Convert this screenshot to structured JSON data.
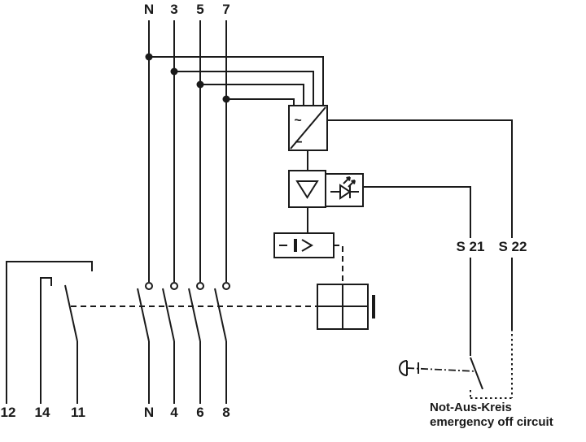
{
  "diagram": {
    "type": "electrical-schematic",
    "description": "Residual current circuit breaker internal wiring with emergency off circuit",
    "top_terminals": [
      "N",
      "3",
      "5",
      "7"
    ],
    "bottom_terminals_left": [
      "12",
      "14",
      "11"
    ],
    "bottom_terminals_main": [
      "N",
      "4",
      "6",
      "8"
    ],
    "aux_terminals": [
      "S 21",
      "S 22"
    ],
    "caption": {
      "line1": "Not-Aus-Kreis",
      "line2": "emergency off circuit"
    },
    "components": {
      "rectifier": {
        "name": "ac-dc-converter",
        "ac_symbol": "~",
        "dc_symbol": "−"
      },
      "amplifier": {
        "name": "trip-amplifier-triangle"
      },
      "led": {
        "name": "led-indicator"
      },
      "current_detector": {
        "name": "overcurrent-release",
        "label": "I>"
      },
      "trip_coil": {
        "name": "trip-coil"
      },
      "estop": {
        "name": "emergency-stop-mushroom-button"
      }
    },
    "colors": {
      "line": "#1a1a1a",
      "background": "#ffffff"
    }
  }
}
